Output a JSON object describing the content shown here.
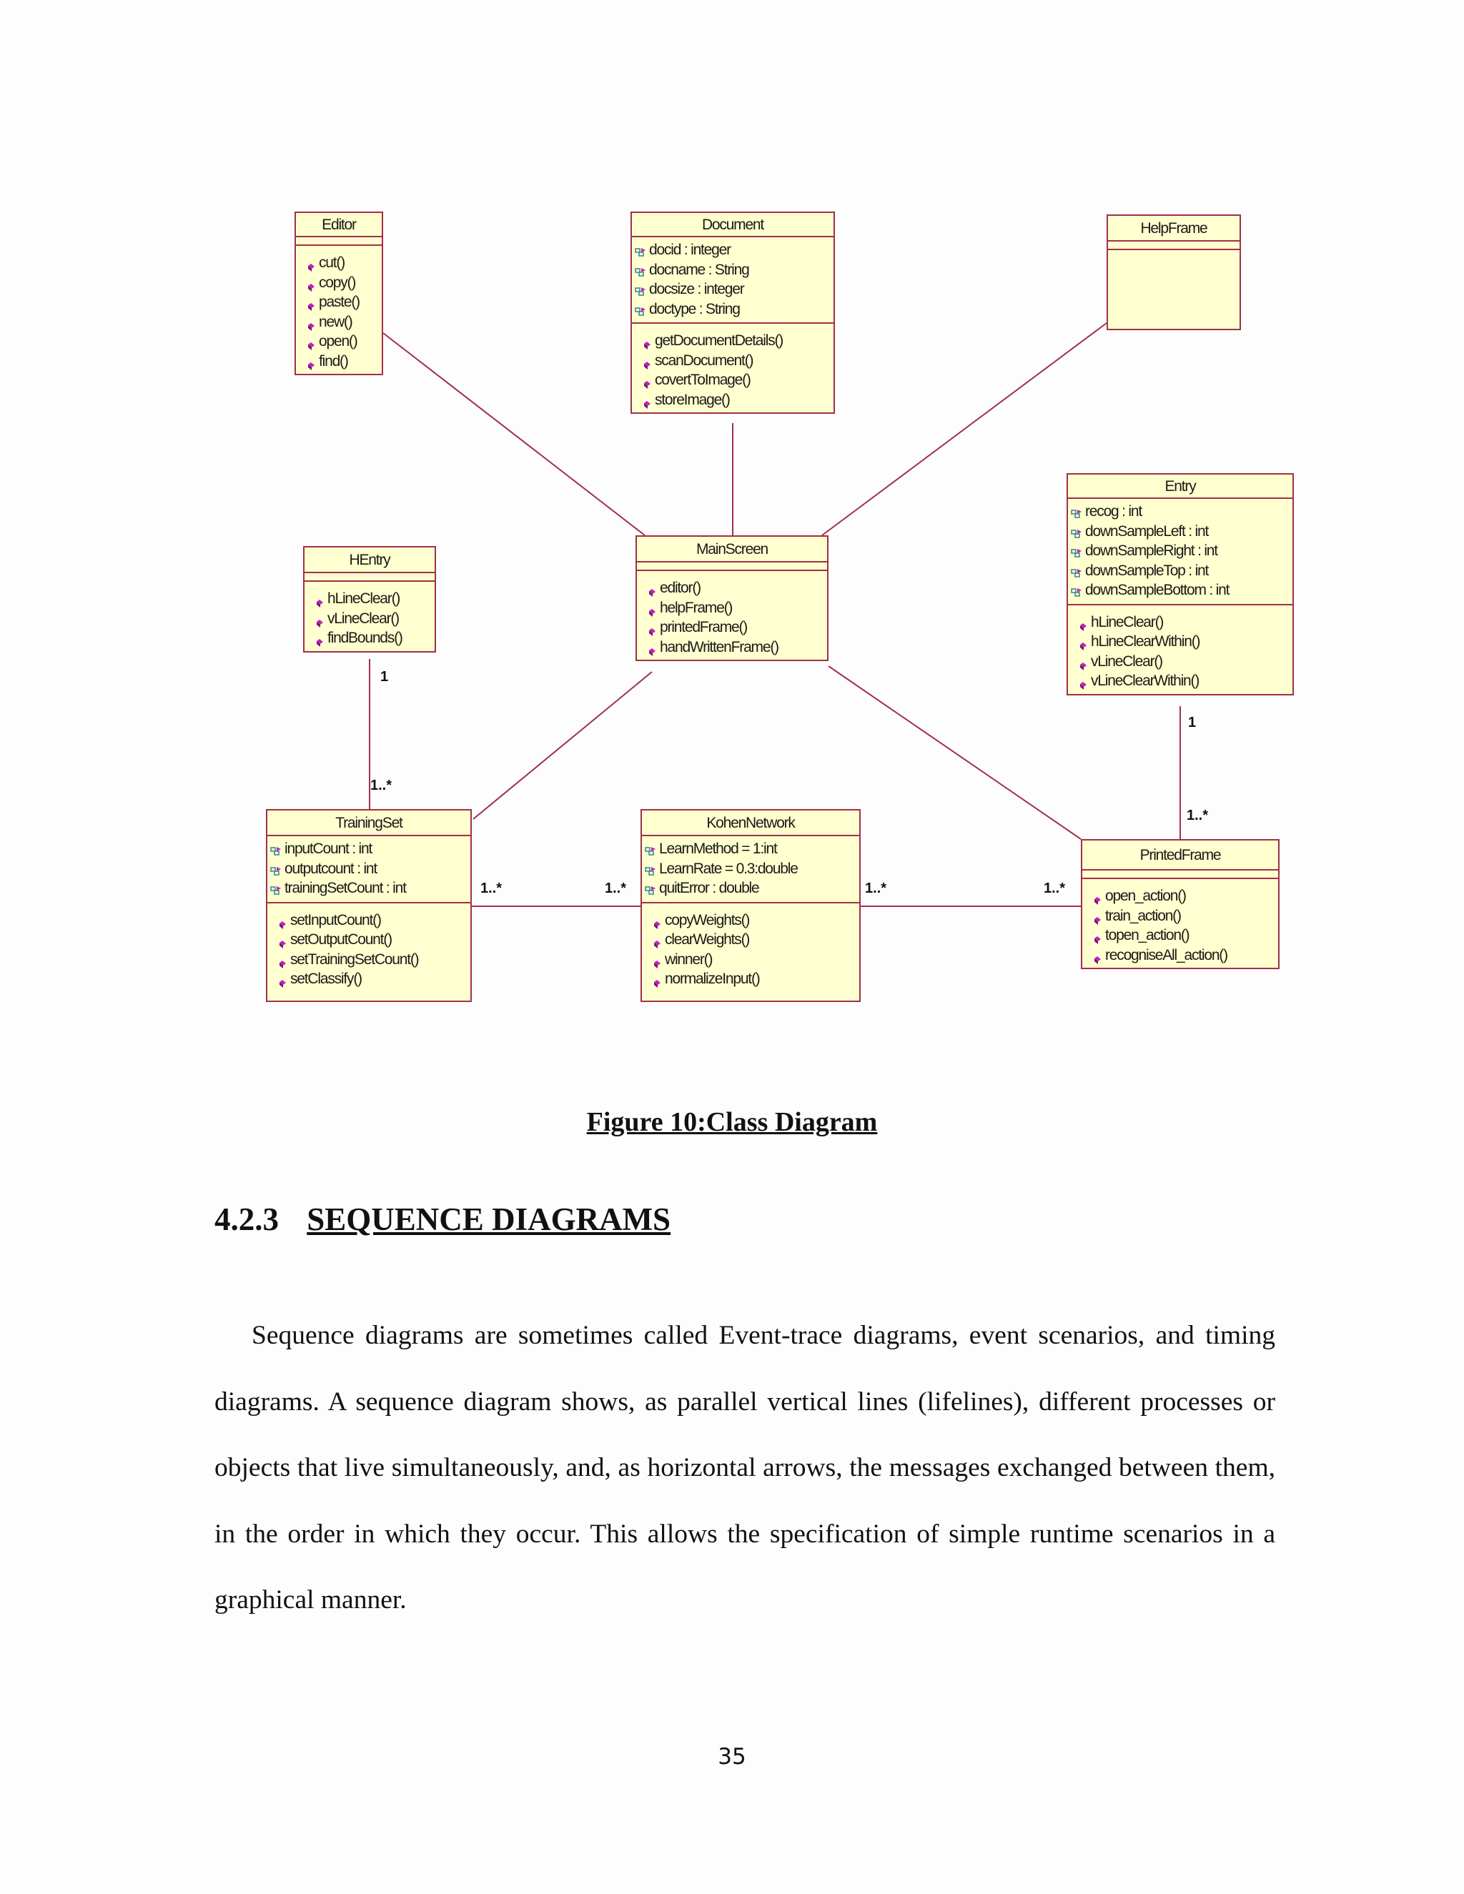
{
  "figure": {
    "classes": [
      {
        "id": "editor",
        "name": "Editor",
        "attributes": [],
        "operations": [
          "cut()",
          "copy()",
          "paste()",
          "new()",
          "open()",
          "find()"
        ]
      },
      {
        "id": "document",
        "name": "Document",
        "attributes": [
          "docid : integer",
          "docname : String",
          "docsize : integer",
          "doctype : String"
        ],
        "operations": [
          "getDocumentDetails()",
          "scanDocument()",
          "covertToImage()",
          "storeImage()"
        ]
      },
      {
        "id": "helpframe",
        "name": "HelpFrame",
        "attributes": [],
        "operations": []
      },
      {
        "id": "entry",
        "name": "Entry",
        "attributes": [
          "recog : int",
          "downSampleLeft : int",
          "downSampleRight : int",
          "downSampleTop : int",
          "downSampleBottom : int"
        ],
        "operations": [
          "hLineClear()",
          "hLineClearWithin()",
          "vLineClear()",
          "vLineClearWithin()"
        ]
      },
      {
        "id": "hentry",
        "name": "HEntry",
        "attributes": [],
        "operations": [
          "hLineClear()",
          "vLineClear()",
          "findBounds()"
        ]
      },
      {
        "id": "mainscreen",
        "name": "MainScreen",
        "attributes": [],
        "operations": [
          "editor()",
          "helpFrame()",
          "printedFrame()",
          "handWrittenFrame()"
        ]
      },
      {
        "id": "trainingset",
        "name": "TrainingSet",
        "attributes": [
          "inputCount : int",
          "outputcount : int",
          "trainingSetCount : int"
        ],
        "operations": [
          "setInputCount()",
          "setOutputCount()",
          "setTrainingSetCount()",
          "setClassify()"
        ]
      },
      {
        "id": "kohennetwork",
        "name": "KohenNetwork",
        "attributes": [
          "LearnMethod = 1:int",
          "LearnRate = 0.3:double",
          "quitError : double"
        ],
        "operations": [
          "copyWeights()",
          "clearWeights()",
          "winner()",
          "normalizeInput()"
        ]
      },
      {
        "id": "printedframe",
        "name": "PrintedFrame",
        "attributes": [],
        "operations": [
          "open_action()",
          "train_action()",
          "topen_action()",
          "recogniseAll_action()"
        ]
      }
    ],
    "associations": [
      {
        "from": "editor",
        "to": "mainscreen",
        "from_mult": "",
        "to_mult": ""
      },
      {
        "from": "document",
        "to": "mainscreen",
        "from_mult": "",
        "to_mult": ""
      },
      {
        "from": "helpframe",
        "to": "mainscreen",
        "from_mult": "",
        "to_mult": ""
      },
      {
        "from": "mainscreen",
        "to": "trainingset",
        "from_mult": "",
        "to_mult": ""
      },
      {
        "from": "mainscreen",
        "to": "printedframe",
        "from_mult": "",
        "to_mult": ""
      },
      {
        "from": "hentry",
        "to": "trainingset",
        "from_mult": "1",
        "to_mult": "1..*"
      },
      {
        "from": "entry",
        "to": "printedframe",
        "from_mult": "1",
        "to_mult": "1..*"
      },
      {
        "from": "trainingset",
        "to": "kohennetwork",
        "from_mult": "1..*",
        "to_mult": "1..*"
      },
      {
        "from": "kohennetwork",
        "to": "printedframe",
        "from_mult": "1..*",
        "to_mult": "1..*"
      }
    ],
    "colors": {
      "box_fill": "#ffffcf",
      "box_border": "#a0304a",
      "line": "#a0304a",
      "op_icon": "#c020c0",
      "attr_icon": "#3a8a9a"
    },
    "icons": {
      "attribute": "attribute-icon",
      "operation": "operation-icon"
    }
  },
  "caption": "Figure 10:Class Diagram",
  "section": {
    "number": "4.2.3",
    "title": "SEQUENCE DIAGRAMS"
  },
  "paragraph": "Sequence diagrams are sometimes called Event-trace diagrams, event scenarios, and timing diagrams. A sequence diagram shows, as parallel vertical lines (lifelines), different processes or objects that live simultaneously, and, as horizontal arrows, the messages exchanged between them, in the order in which they occur. This allows the specification of simple runtime scenarios in a graphical manner.",
  "page_number": "35"
}
